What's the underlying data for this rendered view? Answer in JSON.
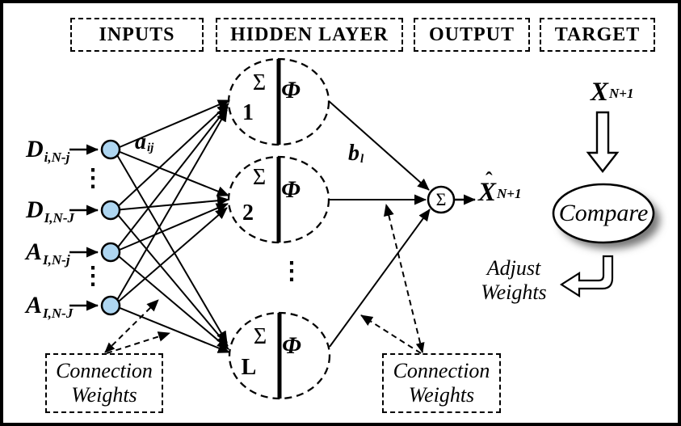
{
  "headers": {
    "inputs": "INPUTS",
    "hidden": "HIDDEN LAYER",
    "output": "OUTPUT",
    "target": "TARGET"
  },
  "inputs": {
    "labels": [
      {
        "base": "D",
        "sub": "i,N-j"
      },
      {
        "base": "D",
        "sub": "I,N-J"
      },
      {
        "base": "A",
        "sub": "I,N-j"
      },
      {
        "base": "A",
        "sub": "I,N-J"
      }
    ],
    "ellipsis": "⋮",
    "node_color": "#AED6F1"
  },
  "weights": {
    "input_label": {
      "base": "a",
      "sub": "ij"
    },
    "output_label": {
      "base": "b",
      "sub": "l"
    },
    "left_box": {
      "line1": "Connection",
      "line2": "Weights"
    },
    "right_box": {
      "line1": "Connection",
      "line2": "Weights"
    }
  },
  "hidden": {
    "neurons": [
      {
        "sum": "Σ",
        "label": "1",
        "phi": "Φ"
      },
      {
        "sum": "Σ",
        "label": "2",
        "phi": "Φ"
      },
      {
        "sum": "Σ",
        "label": "L",
        "phi": "Φ"
      }
    ],
    "ellipsis": "⋮"
  },
  "output": {
    "sum": "Σ",
    "estimate": {
      "hat": "ˆ",
      "base": "X",
      "sub": "N+1"
    }
  },
  "target": {
    "actual": {
      "base": "X",
      "sub": "N+1"
    },
    "compare": "Compare",
    "adjust": {
      "line1": "Adjust",
      "line2": "Weights"
    }
  }
}
